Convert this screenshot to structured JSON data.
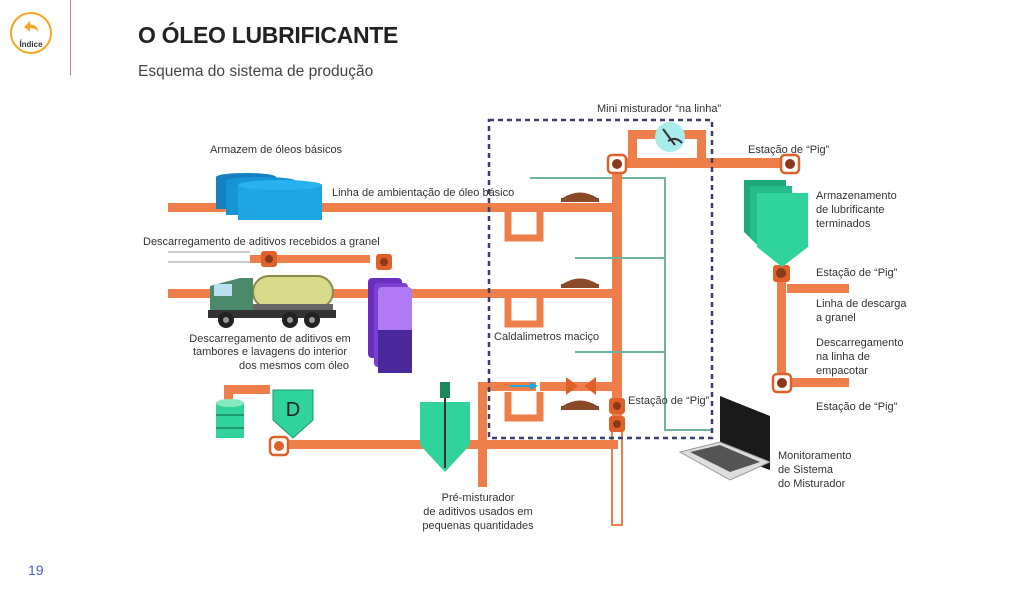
{
  "nav": {
    "indice_label": "Índice"
  },
  "header": {
    "title": "O ÓLEO LUBRIFICANTE",
    "subtitle": "Esquema do sistema de produção"
  },
  "page_number": "19",
  "diagram": {
    "labels": {
      "armazem": "Armazem de óleos básicos",
      "linha_ambientacao": "Linha de ambientação de óleo básico",
      "descarregamento_granel": "Descarregamento de aditivos recebidos a granel",
      "descarregamento_tambores_1": "Descarregamento de aditivos em",
      "descarregamento_tambores_2": "tambores e lavagens do interior",
      "descarregamento_tambores_3": "dos mesmos com óleo",
      "mini_misturador": "Mini misturador “na linha”",
      "estacao_pig_top": "Estação de “Pig”",
      "armazenamento_1": "Armazenamento",
      "armazenamento_2": "de lubrificante",
      "armazenamento_3": "terminados",
      "estacao_pig_right": "Estação de “Pig”",
      "linha_descarga_1": "Linha de descarga",
      "linha_descarga_2": "a granel",
      "descarregamento_empacotar_1": "Descarregamento",
      "descarregamento_empacotar_2": "na linha de",
      "descarregamento_empacotar_3": "empacotar",
      "estacao_pig_bottom": "Estação de “Pig”",
      "caldalimetros": "Caldalimetros maciço",
      "estacao_pig_center": "Estação de “Pig”",
      "monitoramento_1": "Monitoramento",
      "monitoramento_2": "de Sistema",
      "monitoramento_3": "do Misturador",
      "pre_misturador_1": "Pré-misturador",
      "pre_misturador_2": "de aditivos usados em",
      "pre_misturador_3": "pequenas quantidades",
      "tank_letter": "D"
    },
    "colors": {
      "pipe": "#ef7f4a",
      "pipe_dark": "#e0602a",
      "tank_blue": "#1ea6e3",
      "tank_green": "#2fd39b",
      "tank_purple": "#7b3fd1",
      "signal": "#6fb3a3",
      "dashed_box": "#3a3f70"
    }
  }
}
